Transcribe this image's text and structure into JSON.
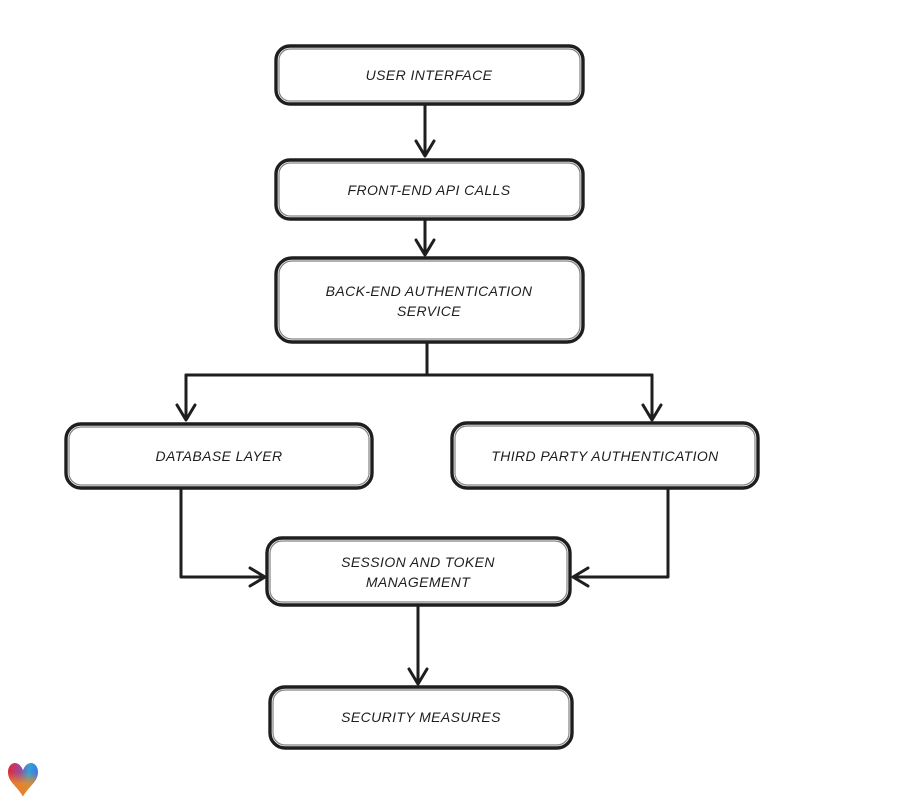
{
  "colors": {
    "background": "#ffffff",
    "stroke": "#1e1e1e",
    "box_fill": "#ffffff",
    "text": "#1e1e1e",
    "logo_red": "#e8262d",
    "logo_purple": "#9c4a9e",
    "logo_teal": "#2fa3d6",
    "logo_blue": "#4077e6",
    "logo_orange": "#f28a1e"
  },
  "nodes": [
    {
      "id": "user-interface",
      "lines": [
        "USER INTERFACE"
      ]
    },
    {
      "id": "front-end-api-calls",
      "lines": [
        "FRONT-END API CALLS"
      ]
    },
    {
      "id": "back-end-authentication-service",
      "lines": [
        "BACK-END AUTHENTICATION",
        "SERVICE"
      ]
    },
    {
      "id": "database-layer",
      "lines": [
        "DATABASE LAYER"
      ]
    },
    {
      "id": "third-party-authentication",
      "lines": [
        "THIRD PARTY AUTHENTICATION"
      ]
    },
    {
      "id": "session-and-token-management",
      "lines": [
        "SESSION AND TOKEN",
        "MANAGEMENT"
      ]
    },
    {
      "id": "security-measures",
      "lines": [
        "SECURITY MEASURES"
      ]
    }
  ],
  "edges": [
    {
      "from": "user-interface",
      "to": "front-end-api-calls"
    },
    {
      "from": "front-end-api-calls",
      "to": "back-end-authentication-service"
    },
    {
      "from": "back-end-authentication-service",
      "to": "database-layer"
    },
    {
      "from": "back-end-authentication-service",
      "to": "third-party-authentication"
    },
    {
      "from": "database-layer",
      "to": "session-and-token-management"
    },
    {
      "from": "third-party-authentication",
      "to": "session-and-token-management"
    },
    {
      "from": "session-and-token-management",
      "to": "security-measures"
    }
  ],
  "branding": {
    "logo": "lovable-heart-logo"
  }
}
